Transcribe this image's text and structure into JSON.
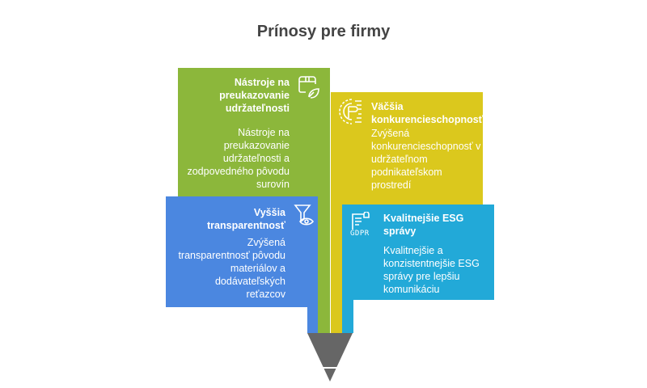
{
  "title": "Prínosy pre firmy",
  "colors": {
    "green": "#8cb73b",
    "yellow": "#dbc81d",
    "blue": "#4b87e0",
    "cyan": "#22a9d8",
    "funnel": "#666666"
  },
  "items": [
    {
      "heading": "Nástroje na preukazovanie udržateľnosti",
      "text": "Nástroje na preukazovanie udržateľnosti a zodpovedného pôvodu surovín",
      "icon": "box-leaf-icon"
    },
    {
      "heading": "Väčšia konkurencieschopnosť",
      "text": "Zvýšená konkurencieschopnosť v udržateľnom podnikateľskom prostredí",
      "icon": "copyright-track-icon"
    },
    {
      "heading": "Vyššia transparentnosť",
      "text": "Zvýšená transparentnosť pôvodu materiálov a dodávateľských reťazcov",
      "icon": "funnel-eye-icon"
    },
    {
      "heading": "Kvalitnejšie ESG správy",
      "text": "Kvalitnejšie a konzistentnejšie ESG správy pre lepšiu komunikáciu",
      "icon": "gdpr-document-icon",
      "icon_label": "GDPR"
    }
  ]
}
